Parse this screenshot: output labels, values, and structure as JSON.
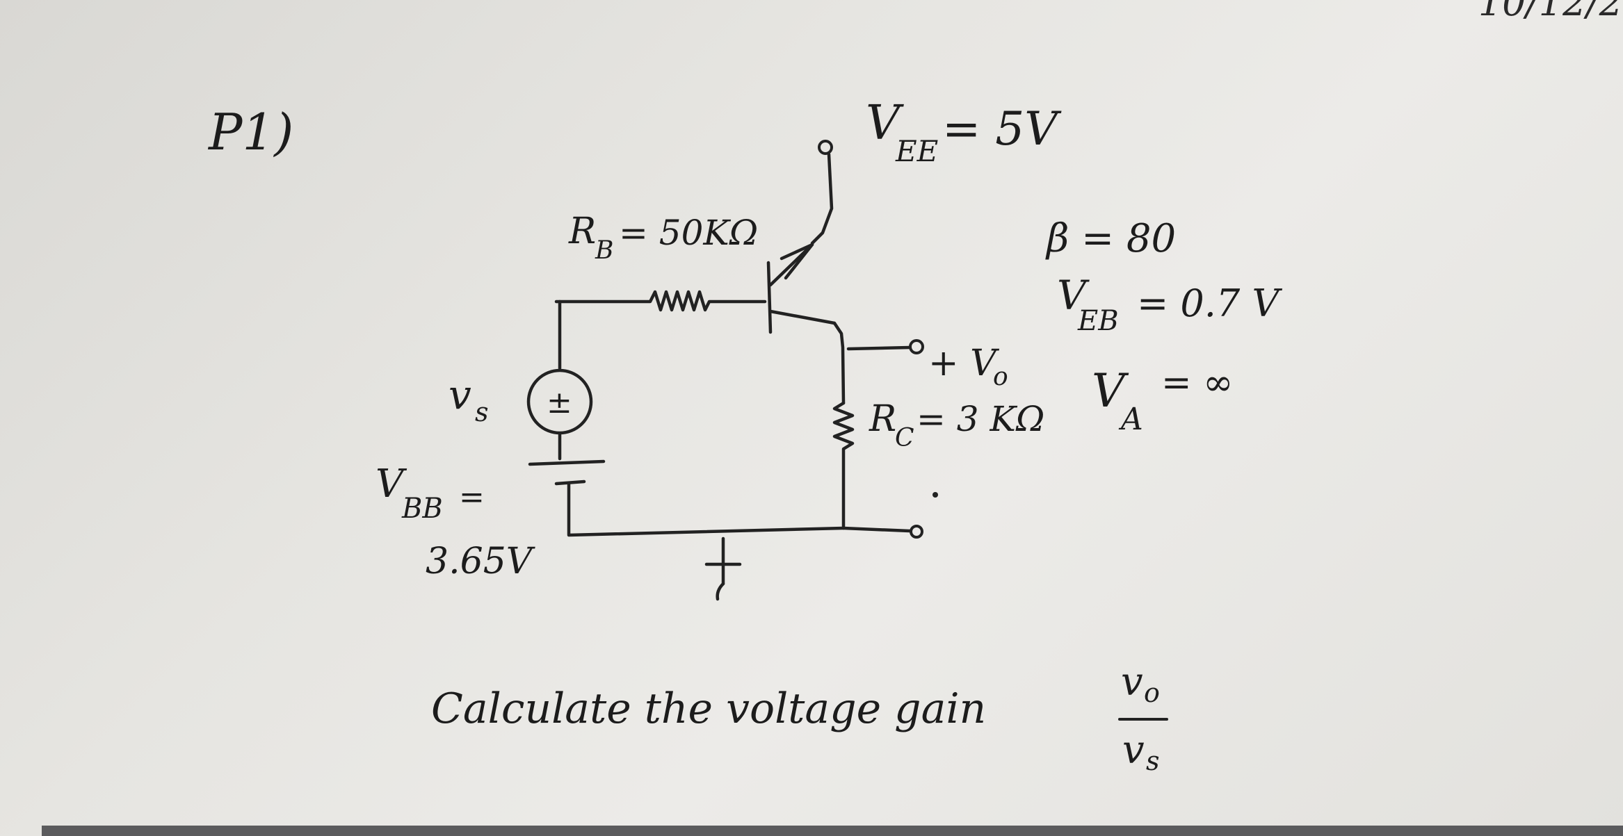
{
  "problem_label": "P1)",
  "vee_label": "V",
  "vee_sub": "EE",
  "vee_value": "= 5V",
  "rb_label": "R",
  "rb_sub": "B",
  "rb_value": "= 50KΩ",
  "beta": "β = 80",
  "veb_label": "V",
  "veb_sub": "EB",
  "veb_value": "= 0.7 V",
  "vo_label": "+ V",
  "vo_sub": "o",
  "rc_label": "R",
  "rc_sub": "C",
  "rc_value": "= 3 KΩ",
  "va_label": "V",
  "va_sub": "A",
  "va_value": "= ∞",
  "vs_label": "v",
  "vs_sub": "s",
  "source_sign": "±",
  "vbb_label": "V",
  "vbb_sub": "BB",
  "vbb_eq": "=",
  "vbb_value": "3.65V",
  "question": "Calculate the voltage gain",
  "gain_num": "v",
  "gain_num_sub": "o",
  "gain_den": "v",
  "gain_den_sub": "s",
  "corner_text": "10/12/2"
}
